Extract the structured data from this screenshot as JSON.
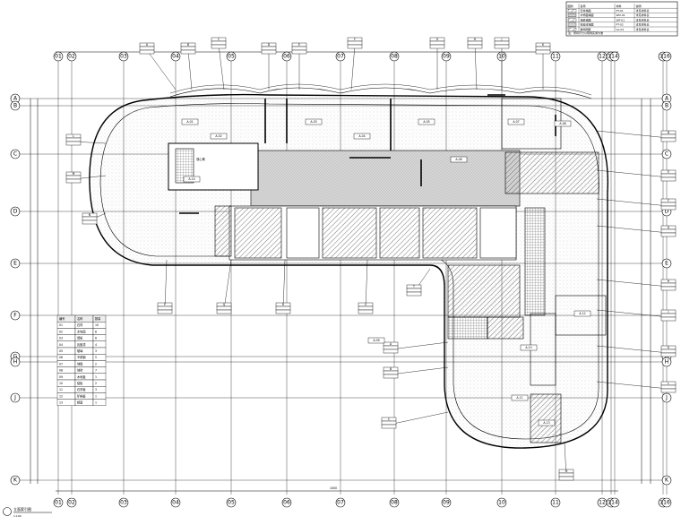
{
  "colors": {
    "line": "#000000",
    "paper": "#ffffff",
    "hatch": "#555555",
    "stipple": "#999999",
    "zone": "#e6e6e6"
  },
  "grid": {
    "top_labels": [
      "01",
      "02",
      "03",
      "04",
      "05",
      "06",
      "07",
      "08",
      "09",
      "10",
      "11",
      "12",
      "13",
      "14",
      "15",
      "16"
    ],
    "bottom_labels": [
      "01",
      "02",
      "03",
      "04",
      "05",
      "06",
      "07",
      "08",
      "09",
      "10",
      "11",
      "12",
      "13",
      "14",
      "15",
      "16"
    ],
    "left_labels": [
      "A",
      "B",
      "C",
      "D",
      "E",
      "F",
      "G",
      "H",
      "J",
      "K"
    ],
    "right_labels": [
      "A",
      "B",
      "C",
      "D",
      "E",
      "F",
      "G",
      "H",
      "J",
      "K"
    ]
  },
  "plan": {
    "core_label": "核心筒",
    "room_tags": [
      "A-01",
      "A-02",
      "A-03",
      "A-04",
      "A-05",
      "A-06",
      "A-07",
      "A-08",
      "A-09",
      "A-10",
      "A-11",
      "A-12",
      "A-13",
      "A-14"
    ],
    "section_marks": [
      "A",
      "B",
      "C",
      "D",
      "E",
      "F",
      "G",
      "H",
      "J",
      "K",
      "L",
      "M",
      "N",
      "P",
      "Q",
      "R",
      "S",
      "T"
    ],
    "bottom_dimension": "1000"
  },
  "legend": {
    "header": [
      "编号",
      "名称",
      "数量"
    ],
    "rows": [
      [
        "01",
        "石材",
        "10"
      ],
      [
        "02",
        "木饰面",
        "8"
      ],
      [
        "03",
        "墙纸",
        "6"
      ],
      [
        "04",
        "乳胶漆",
        "4"
      ],
      [
        "05",
        "玻璃",
        "3"
      ],
      [
        "06",
        "不锈钢",
        "5"
      ],
      [
        "07",
        "地毯",
        "2"
      ],
      [
        "08",
        "地砖",
        "7"
      ],
      [
        "09",
        "木地板",
        "1"
      ],
      [
        "10",
        "铝板",
        "2"
      ],
      [
        "11",
        "石膏板",
        "3"
      ],
      [
        "12",
        "矿棉板",
        "1"
      ],
      [
        "13",
        "镜面",
        "1"
      ]
    ]
  },
  "title_block": {
    "headers": [
      "图例",
      "名称",
      "材料",
      "说明"
    ],
    "rows": [
      [
        "",
        "石材墙面",
        "PT-01",
        "详见材料表"
      ],
      [
        "",
        "木饰面墙面",
        "WD-01",
        "详见材料表"
      ],
      [
        "",
        "墙纸墙面",
        "WP-01",
        "详见材料表"
      ],
      [
        "",
        "乳胶漆墙面",
        "PT-02",
        "详见材料表"
      ],
      [
        "",
        "玻璃隔断",
        "GL-01",
        "详见材料表"
      ]
    ],
    "note": "注：所有尺寸以现场实测为准"
  },
  "drawing_title": {
    "text": "立面索引图",
    "scale": "1:100"
  }
}
